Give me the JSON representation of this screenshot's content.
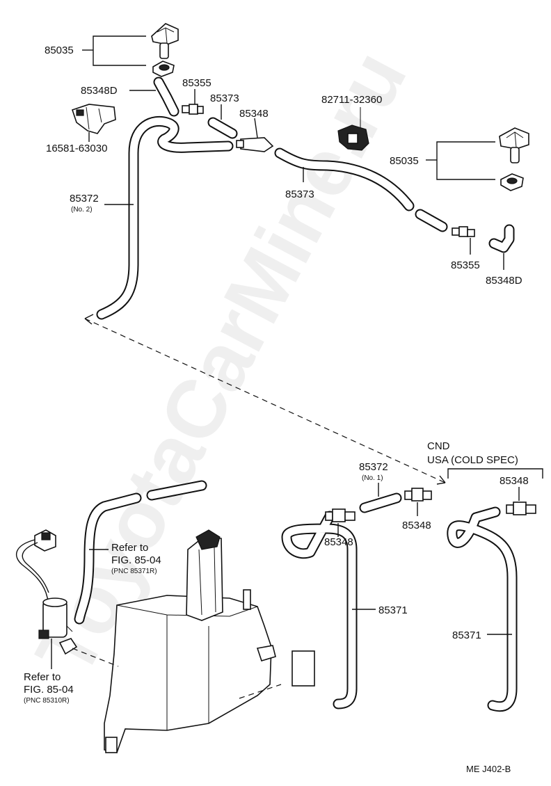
{
  "watermark": "ToyotaCarMine.ru",
  "labels": {
    "p85035_a": "85035",
    "p85348D_a": "85348D",
    "p85355_a": "85355",
    "p85373_a": "85373",
    "p85348_a": "85348",
    "p16581": "16581-63030",
    "p82711": "82711-32360",
    "p85035_b": "85035",
    "p85373_b": "85373",
    "p85372_no2": "85372",
    "p85372_no2_sub": "(No. 2)",
    "p85355_b": "85355",
    "p85348D_b": "85348D",
    "cnd": "CND",
    "usa_cold": "USA  (COLD  SPEC)",
    "p85372_no1": "85372",
    "p85372_no1_sub": "(No. 1)",
    "p85348_c": "85348",
    "p85348_d": "85348",
    "p85348_e": "85348",
    "p85371_a": "85371",
    "p85371_b": "85371"
  },
  "refs": {
    "ref_top_line1": "Refer to",
    "ref_top_line2": "FIG. 85-04",
    "ref_top_line3": "(PNC 85371R)",
    "ref_bot_line1": "Refer to",
    "ref_bot_line2": "FIG. 85-04",
    "ref_bot_line3": "(PNC 85310R)"
  },
  "footer": {
    "code": "ME  J402-B"
  }
}
